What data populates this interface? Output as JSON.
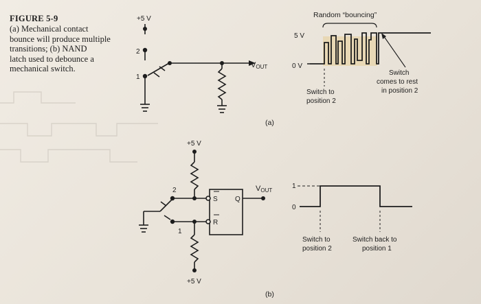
{
  "caption": {
    "figure": "FIGURE 5-9",
    "lines": [
      "(a) Mechanical contact",
      "bounce will produce multiple",
      "transitions; (b) NAND",
      "latch used to debounce a",
      "mechanical switch."
    ]
  },
  "circuit_a": {
    "supply_label": "+5 V",
    "contact_2": "2",
    "contact_1": "1",
    "vout_sub": "OUT",
    "panel": "(a)"
  },
  "waveform_a": {
    "bounce_label": "Random “bouncing”",
    "level_high": "5 V",
    "level_low": "0 V",
    "switch_to_2": [
      "Switch to",
      "position 2"
    ],
    "rest": [
      "Switch",
      "comes to rest",
      "in position 2"
    ]
  },
  "circuit_b": {
    "supply_top": "+5 V",
    "supply_bottom": "+5 V",
    "contact_2": "2",
    "contact_1": "1",
    "set_pin": "S",
    "reset_pin": "R",
    "q_pin": "Q",
    "vout_sub": "OUT",
    "panel": "(b)"
  },
  "waveform_b": {
    "level_high": "1",
    "level_low": "0",
    "switch_to_2": [
      "Switch to",
      "position 2"
    ],
    "switch_back": [
      "Switch back to",
      "position 1"
    ]
  }
}
